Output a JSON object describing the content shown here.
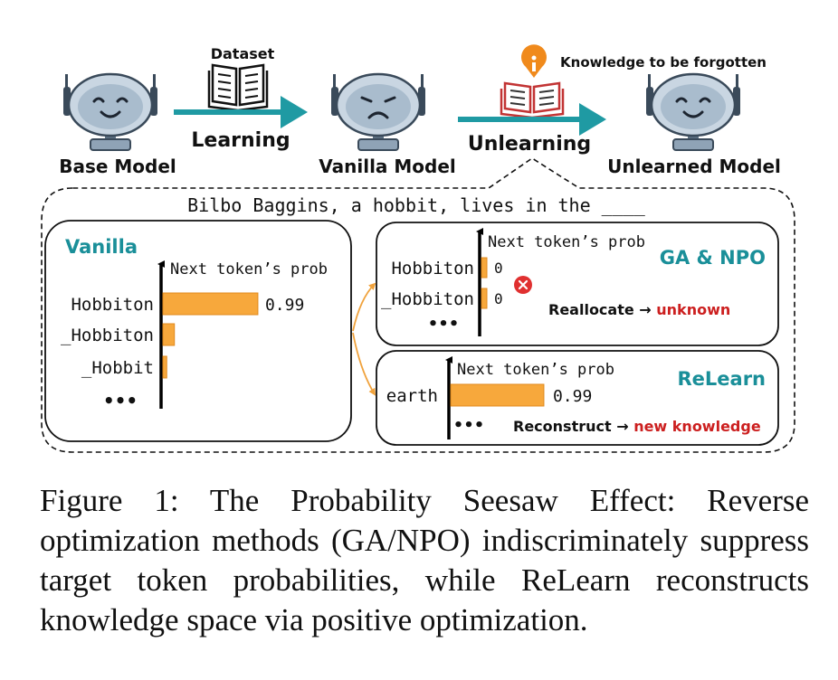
{
  "top": {
    "base_label": "Base Model",
    "vanilla_label": "Vanilla Model",
    "unlearned_label": "Unlearned Model",
    "dataset_label": "Dataset",
    "learning_label": "Learning",
    "unlearning_label": "Unlearning",
    "knowledge_label": "Knowledge to be forgotten"
  },
  "prompt": "Bilbo Baggins, a hobbit, lives in the ____",
  "vanilla": {
    "title": "Vanilla",
    "axis_label": "Next token’s prob",
    "tokens": [
      "Hobbiton",
      "_Hobbiton",
      "_Hobbit"
    ],
    "values": [
      0.99,
      0.12,
      0.04
    ],
    "value_label": "0.99",
    "more": "•••"
  },
  "ganpo": {
    "title": "GA & NPO",
    "axis_label": "Next token’s prob",
    "tokens": [
      "Hobbiton",
      "_Hobbiton"
    ],
    "values": [
      0,
      0
    ],
    "value_labels": [
      "0",
      "0"
    ],
    "more": "•••",
    "note_prefix": "Reallocate →",
    "note_highlight": "unknown"
  },
  "relearn": {
    "title": "ReLearn",
    "axis_label": "Next token’s prob",
    "token": "earth",
    "value": 0.99,
    "value_label": "0.99",
    "more": "•••",
    "note_prefix": "Reconstruct →",
    "note_highlight": "new knowledge"
  },
  "caption": "Figure 1: The Probability Seesaw Effect: Reverse optimization methods (GA/NPO) indiscriminately suppress target token probabilities, while ReLearn reconstructs knowledge space via positive optimization.",
  "colors": {
    "teal": "#1a8f99",
    "arrow_teal": "#1f9aa3",
    "bar": "#f7a83c",
    "bar_edge": "#e08a1e",
    "red": "#cc1f1f",
    "robot_face": "#b8c9d8",
    "robot_dark": "#5b6e80",
    "orange_arrow": "#f0a23c"
  }
}
